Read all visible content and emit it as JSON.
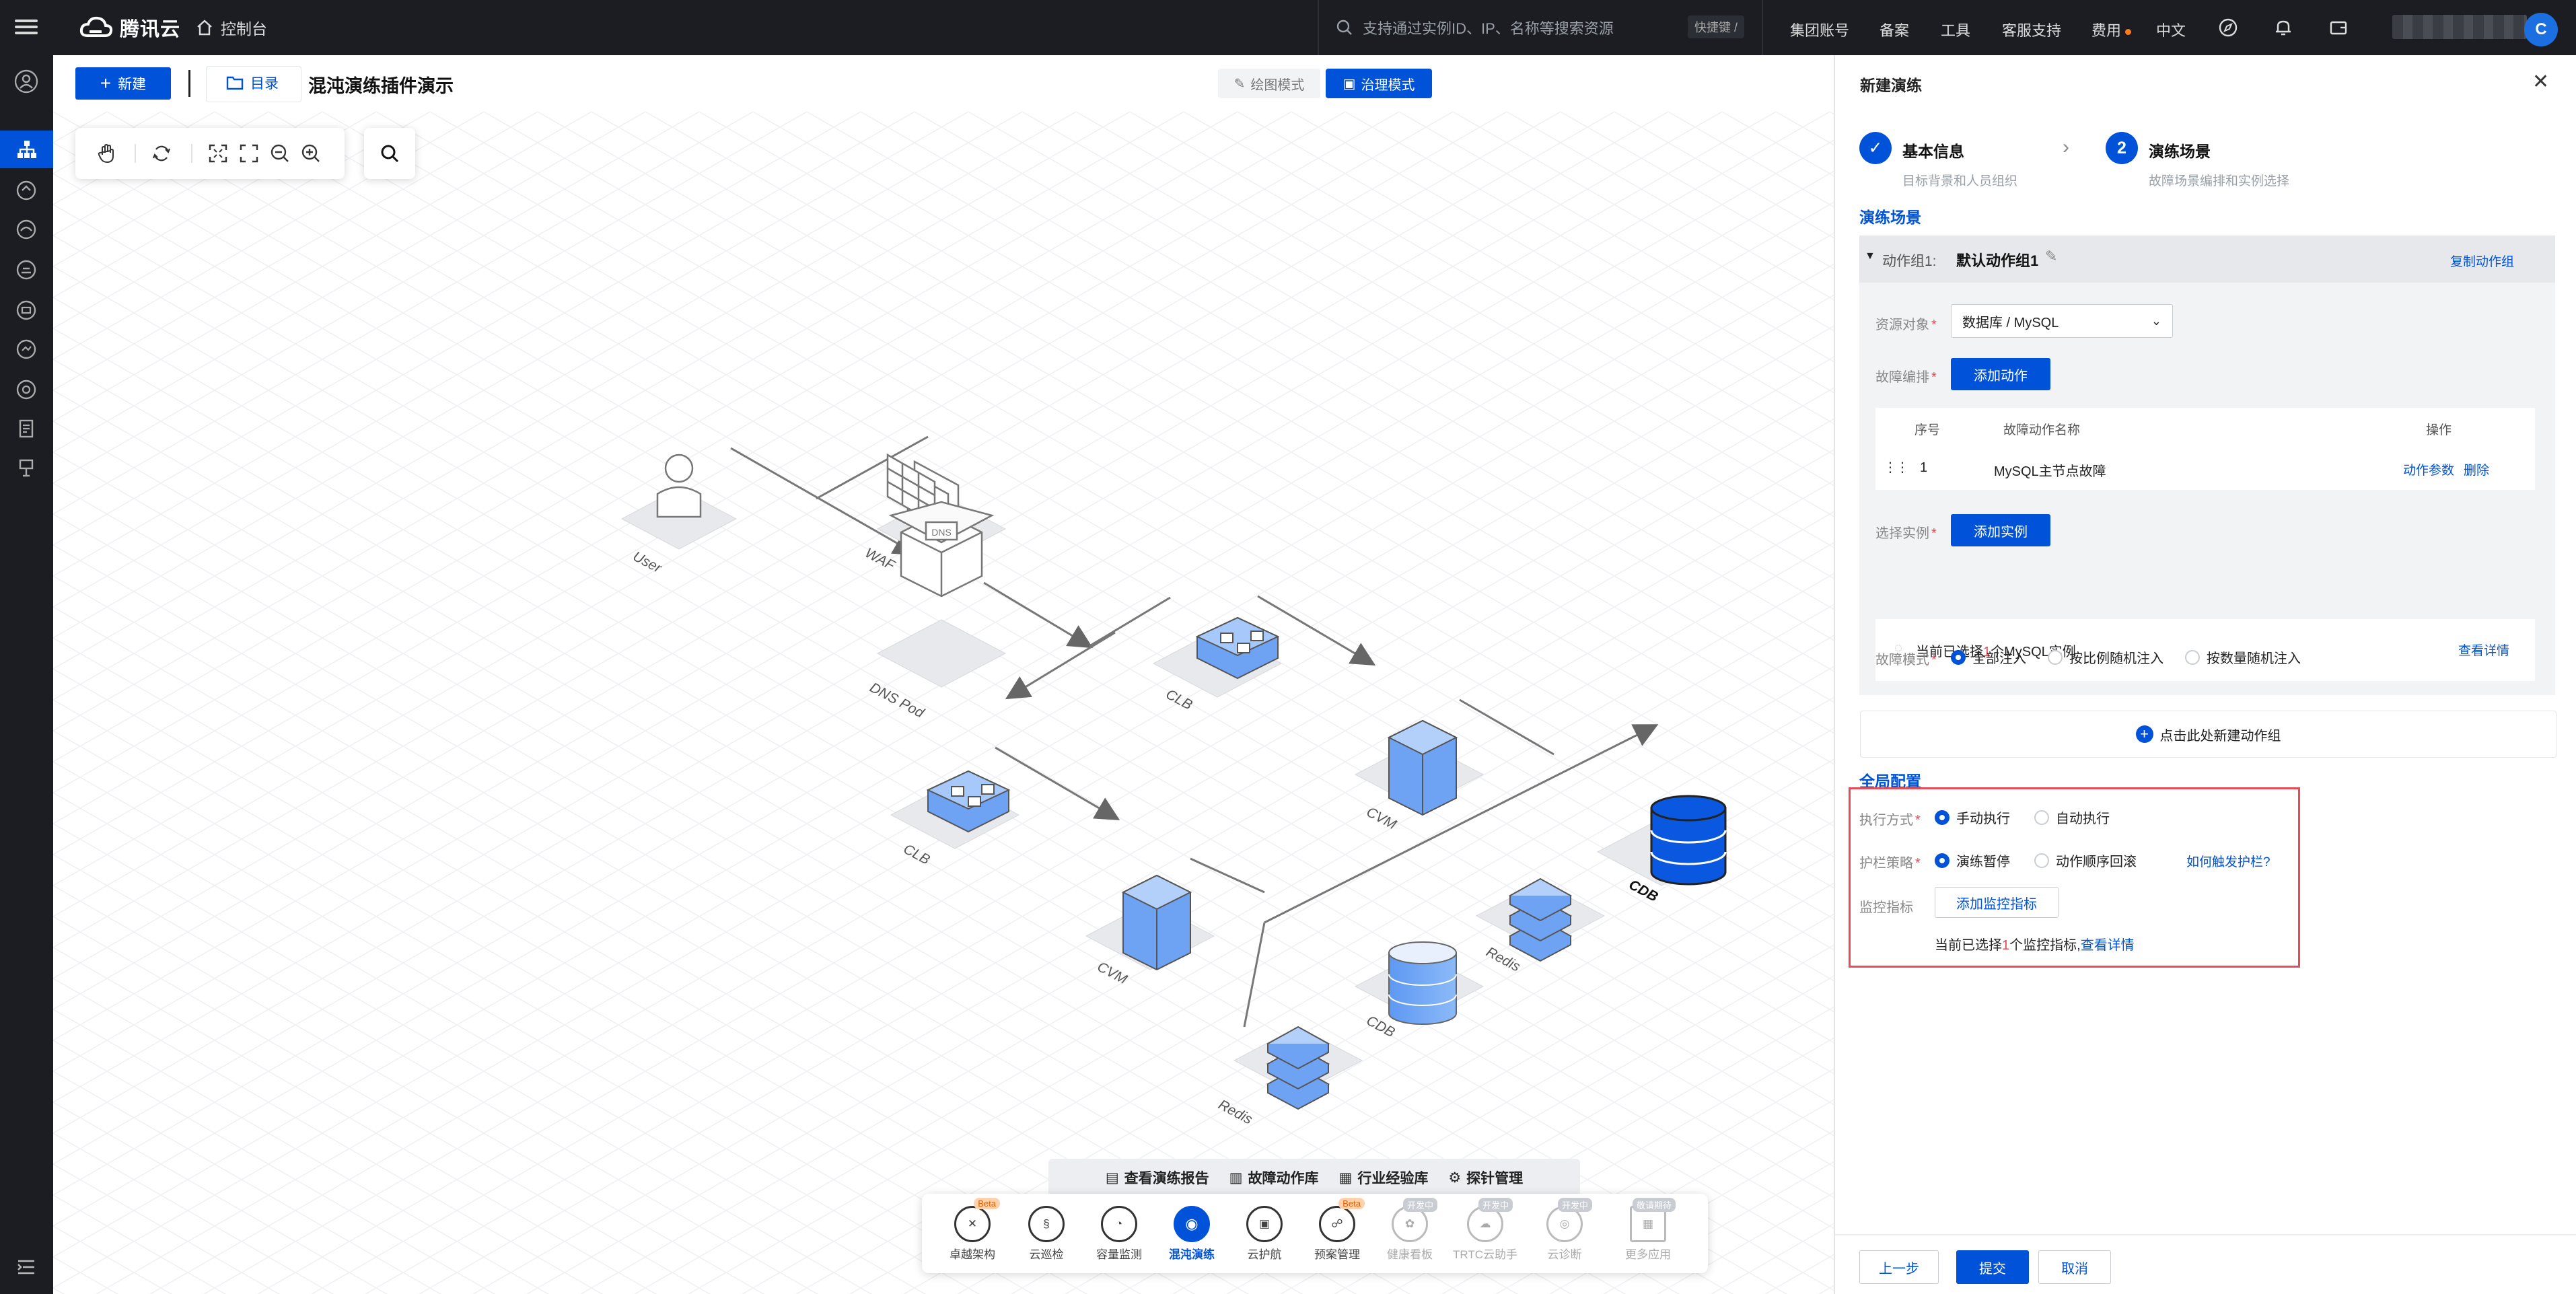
{
  "topbar": {
    "brand": "腾讯云",
    "console": "控制台",
    "search_placeholder": "支持通过实例ID、IP、名称等搜索资源",
    "shortcut": "快捷键 /",
    "nav": [
      "集团账号",
      "备案",
      "工具",
      "客服支持",
      "费用",
      "中文"
    ],
    "avatar_letter": "C"
  },
  "header": {
    "new_button": "新建",
    "directory_button": "目录",
    "page_title": "混沌演练插件演示",
    "mode_draw": "绘图模式",
    "mode_govern": "治理模式"
  },
  "canvas": {
    "nodes": [
      "User",
      "WAF",
      "DNS Pod",
      "CLB",
      "CLB",
      "CVM",
      "CVM",
      "CDB",
      "CDB",
      "Redis",
      "Redis"
    ],
    "dns_text": "DNS"
  },
  "dock": {
    "quick_links": [
      "查看演练报告",
      "故障动作库",
      "行业经验库",
      "探针管理"
    ],
    "apps": [
      {
        "label": "卓越架构",
        "tag": "Beta"
      },
      {
        "label": "云巡检",
        "tag": ""
      },
      {
        "label": "容量监测",
        "tag": ""
      },
      {
        "label": "混沌演练",
        "tag": ""
      },
      {
        "label": "云护航",
        "tag": ""
      },
      {
        "label": "预案管理",
        "tag": "Beta"
      },
      {
        "label": "健康看板",
        "tag": "开发中"
      },
      {
        "label": "TRTC云助手",
        "tag": "开发中"
      },
      {
        "label": "云诊断",
        "tag": "开发中"
      },
      {
        "label": "更多应用",
        "tag": "敬请期待"
      }
    ]
  },
  "panel": {
    "title": "新建演练",
    "steps": [
      {
        "num": "",
        "title": "基本信息",
        "sub": "目标背景和人员组织"
      },
      {
        "num": "2",
        "title": "演练场景",
        "sub": "故障场景编排和实例选择"
      }
    ],
    "scene_title": "演练场景",
    "group": {
      "label": "动作组1:",
      "name": "默认动作组1",
      "copy": "复制动作组",
      "resource_label": "资源对象",
      "resource_value": "数据库 / MySQL",
      "fault_label": "故障编排",
      "add_action": "添加动作",
      "columns": [
        "序号",
        "故障动作名称",
        "操作"
      ],
      "rows": [
        {
          "index": "1",
          "name": "MySQL主节点故障",
          "op1": "动作参数",
          "op2": "删除"
        }
      ],
      "instance_label": "选择实例",
      "add_instance": "添加实例",
      "selected_prefix": "当前已选择",
      "selected_count": "1",
      "selected_suffix": "个MySQL实例",
      "view_details": "查看详情",
      "mode_label": "故障模式",
      "modes": [
        "全部注入",
        "按比例随机注入",
        "按数量随机注入"
      ]
    },
    "add_group": "点击此处新建动作组",
    "global_title": "全局配置",
    "exec_label": "执行方式",
    "exec_options": [
      "手动执行",
      "自动执行"
    ],
    "guard_label": "护栏策略",
    "guard_options": [
      "演练暂停",
      "动作顺序回滚"
    ],
    "guard_help": "如何触发护栏?",
    "monitor_label": "监控指标",
    "add_monitor": "添加监控指标",
    "monitor_prefix": "当前已选择",
    "monitor_count": "1",
    "monitor_suffix": "个监控指标,",
    "monitor_view": "查看详情",
    "footer": {
      "prev": "上一步",
      "submit": "提交",
      "cancel": "取消"
    }
  },
  "colors": {
    "primary": "#0052d9",
    "dark_bar": "#1b1d22",
    "danger": "#e34d59",
    "node_blue": "#73a7f5"
  }
}
